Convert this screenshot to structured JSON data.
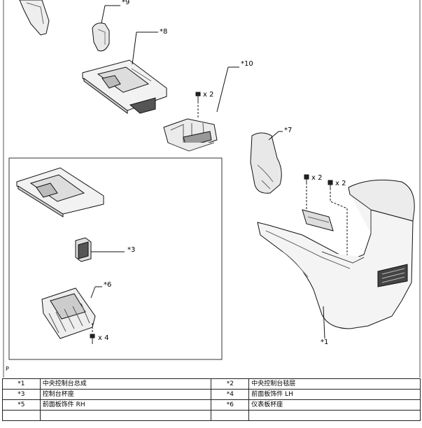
{
  "callouts": {
    "c1": "*1",
    "c3": "*3",
    "c6": "*6",
    "c7": "*7",
    "c8": "*8",
    "c9": "*9",
    "c10": "*10"
  },
  "quantities": {
    "q_bolt_10": "x 2",
    "q_bolt_2a": "x 2",
    "q_bolt_2b": "x 2",
    "q_bolt_6": "x 4"
  },
  "marker": "P",
  "legend": [
    [
      {
        "num": "*1",
        "name": "中央控制台总成"
      },
      {
        "num": "*2",
        "name": "中央控制台毯层"
      }
    ],
    [
      {
        "num": "*3",
        "name": "控制台杯座"
      },
      {
        "num": "*4",
        "name": "前面板饰件 LH"
      }
    ],
    [
      {
        "num": "*5",
        "name": "前面板饰件 RH"
      },
      {
        "num": "*6",
        "name": "仪表板杯座"
      }
    ],
    [
      {
        "num": "",
        "name": ""
      },
      {
        "num": "",
        "name": ""
      }
    ]
  ]
}
